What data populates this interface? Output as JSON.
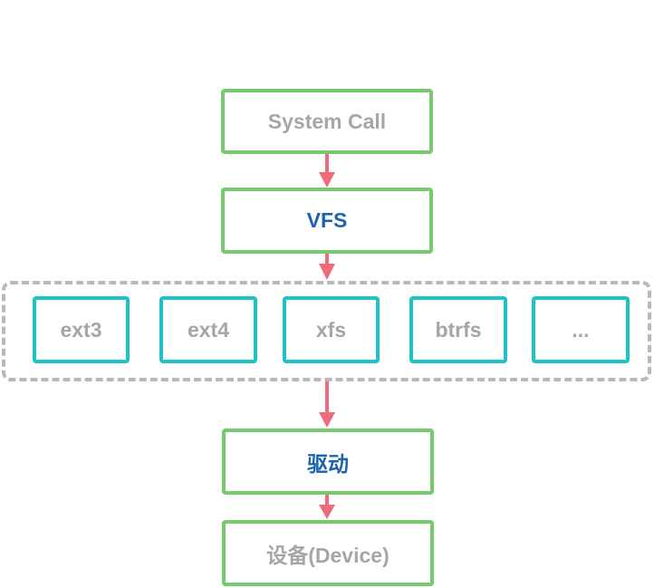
{
  "layers": {
    "system_call": "System Call",
    "vfs": "VFS",
    "driver": "驱动",
    "device": "设备(Device)"
  },
  "filesystems": [
    "ext3",
    "ext4",
    "xfs",
    "btrfs",
    "..."
  ],
  "colors": {
    "layer_border": "#77c96e",
    "fs_border": "#1ec3c5",
    "group_dash": "#b8b8b8",
    "arrow": "#ef6a7b",
    "muted_text": "#a6a6a6",
    "highlight_text": "#1b63ad"
  }
}
